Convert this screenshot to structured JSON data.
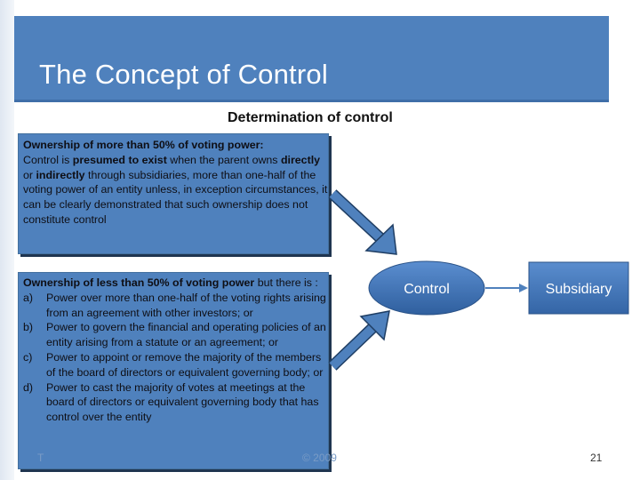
{
  "slide": {
    "title": "The Concept of Control",
    "subtitle": "Determination of control",
    "page_number": "21"
  },
  "box1": {
    "heading": "Ownership of more than 50% of voting power:",
    "t1": "Control is ",
    "b1": "presumed to exist",
    "t2": " when the parent owns ",
    "b2": "directly",
    "t3": " or ",
    "b3": "indirectly",
    "t4": " through subsidiaries, more than one-half of the voting power of an entity unless, in exception circumstances, it can be clearly demonstrated that such ownership does not constitute control"
  },
  "box2": {
    "heading_bold": "Ownership of less than 50% of voting power",
    "heading_rest": " but there is :",
    "items": [
      {
        "marker": "a)",
        "text": "Power over more than one-half of the voting rights arising from an agreement with other investors; or"
      },
      {
        "marker": "b)",
        "text": "Power to govern the financial and operating policies of an entity arising from a statute or an agreement; or"
      },
      {
        "marker": "c)",
        "text": "Power to appoint or remove the majority of the members of the board of directors or equivalent governing body; or"
      },
      {
        "marker": "d)",
        "text": "Power to cast the majority of votes at meetings at the board of directors or equivalent governing body that has control over the entity"
      }
    ]
  },
  "diagram": {
    "control_label": "Control",
    "subsidiary_label": "Subsidiary"
  },
  "footer": {
    "left": "T",
    "center": "© 2009"
  },
  "colors": {
    "accent": "#4f81bd",
    "box_border": "#44719f",
    "shadow": "#1f3550",
    "footer_text": "#7a9cc6"
  }
}
